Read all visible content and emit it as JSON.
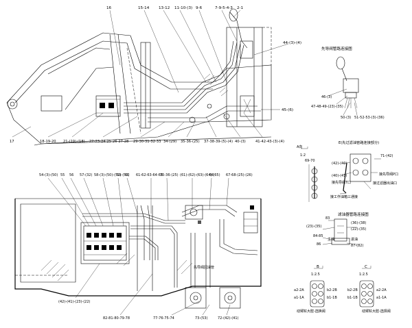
{
  "top_callouts": [
    "16",
    "15-14",
    "13-12",
    "11-10-(3)",
    "9-6",
    "7-9-5-4-3",
    "2-1"
  ],
  "top_right_callouts": [
    "44-(3)-(4)",
    "45-(6)"
  ],
  "top_bottom_callouts": [
    "17",
    "18-19-20",
    "21-(19)-(18)",
    "22-23-24-25-26-27-28",
    "29-30-31-32-33",
    "34-(29)",
    "35-36-(25)",
    "37-38-39-(5)-(4)",
    "40-(3)",
    "41-42-43-(3)-(4)"
  ],
  "pilot_valve": {
    "title": "先导阀管路连接图",
    "labels": [
      "46-(3)",
      "47-48-49-(23)-(35)",
      "50-(3)",
      "51-52-53-(3)-(36)"
    ]
  },
  "view_a": {
    "label": "A向",
    "scale": "1:2",
    "callout": "69-70"
  },
  "e_view": {
    "title": "E(先过滤油管路连接部分)",
    "labels": [
      "(42)-(40)",
      "71-(42)",
      "(40)-(41)",
      "接先导阀P口",
      "接先导阀T口",
      "接过滤器出油口",
      "接工作油箱三通接"
    ]
  },
  "filter": {
    "title": "滤油器管路连接图",
    "labels": [
      "83",
      "(23)-(35)",
      "(36)-(38)",
      "(22)-(35)",
      "84-85",
      "86",
      "87-(82)",
      "主油",
      "进油"
    ]
  },
  "bottom_callouts": [
    "54-(3)-(50)",
    "55",
    "56",
    "57-(32)",
    "58-(3)-(50)-(52)-(53)",
    "59",
    "60",
    "61-62-63-64-65",
    "35-36-(25)",
    "(61)-(62)-(63)-(64)-(65)",
    "66",
    "67-68-(25)-(26)"
  ],
  "bottom_bottom_callouts": [
    "(42)-(41)-(23)-(22)",
    "82-81-80-79-78",
    "77-76-75-74",
    "73-(53)",
    "72-(42)-(41)"
  ],
  "bottom_notes": [
    "先导阀回油管"
  ],
  "view_b": {
    "title": "B",
    "scale": "1:2.5",
    "left": [
      "a2-2A",
      "a1-1A"
    ],
    "right": [
      "b2-2B",
      "b1-1B"
    ],
    "caption": "动臂缸大腔-选换阀"
  },
  "view_c": {
    "title": "C",
    "scale": "1:2.5",
    "left": [
      "b2-2B",
      "b1-1B"
    ],
    "right": [
      "a2-2A",
      "a1-1A"
    ],
    "caption": "动臂缸大腔-选择阀"
  }
}
